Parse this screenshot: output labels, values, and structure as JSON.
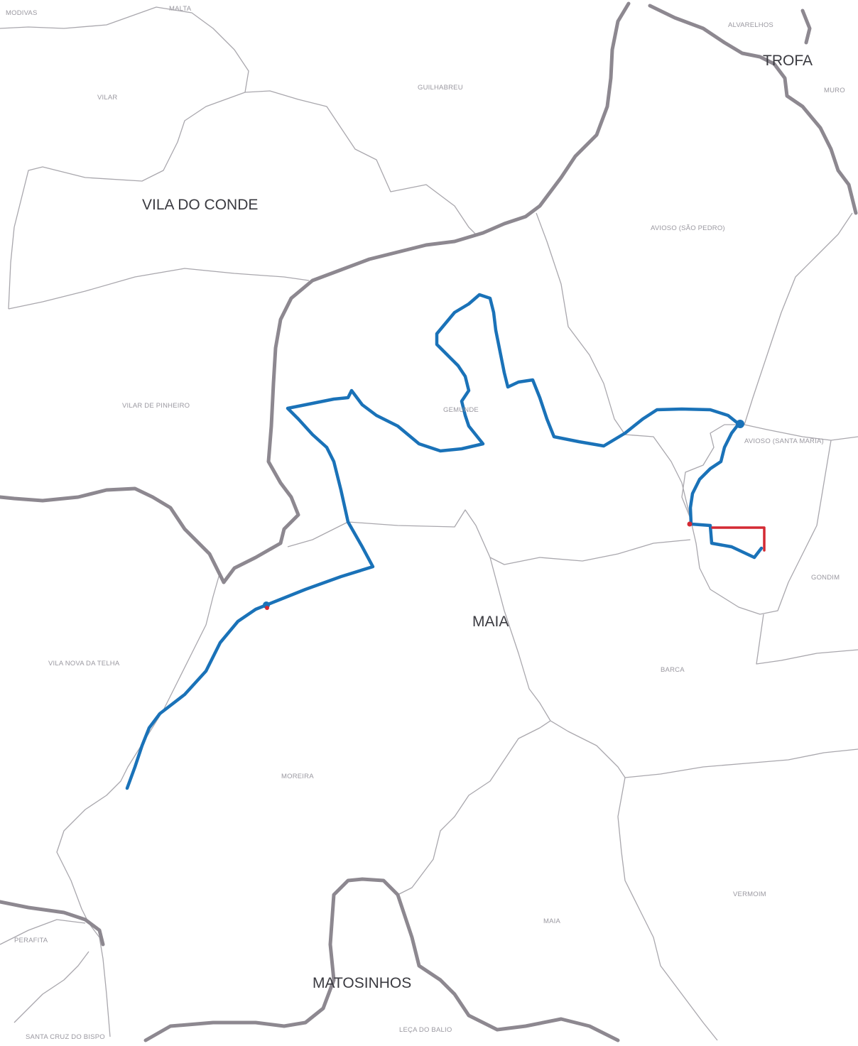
{
  "map": {
    "municipality_labels": {
      "vila_do_conde": "VILA DO CONDE",
      "trofa": "TROFA",
      "maia": "MAIA",
      "matosinhos": "MATOSINHOS"
    },
    "parish_labels": {
      "modivas": "MODIVAS",
      "malta": "MALTA",
      "alvarelhos": "ALVARELHOS",
      "muro": "MURO",
      "vilar": "VILAR",
      "guilhabreu": "GUILHABREU",
      "avioso_sao_pedro": "AVIOSO (SÃO PEDRO)",
      "vilar_de_pinheiro": "VILAR DE PINHEIRO",
      "gemunde": "GEMUNDE",
      "avioso_santa_maria": "AVIOSO (SANTA MARIA)",
      "gondim": "GONDIM",
      "vila_nova_da_telha": "VILA NOVA DA TELHA",
      "barca": "BARCA",
      "moreira": "MOREIRA",
      "vermoim": "VERMOIM",
      "maia": "MAIA",
      "perafita": "PERAFITA",
      "santa_cruz_do_bispo": "SANTA CRUZ DO BISPO",
      "leca_do_balio": "LEÇA DO BALIO"
    },
    "colors": {
      "municipal_boundary": "#8d8890",
      "parish_boundary": "#a9a7ad",
      "route_main": "#1a72b8",
      "route_alternative": "#d42a33",
      "background": "#ffffff"
    }
  }
}
